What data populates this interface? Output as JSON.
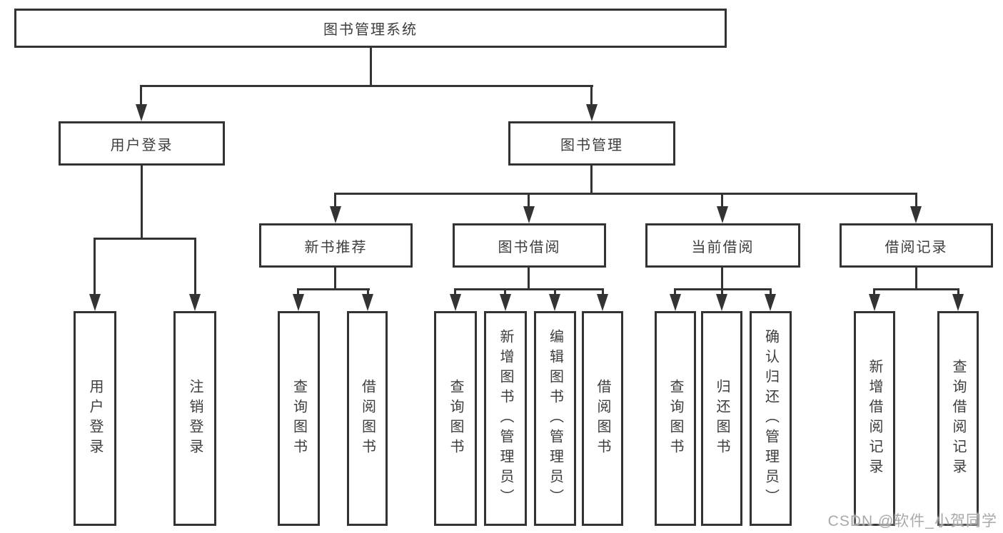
{
  "watermark": "CSDN @软件_小贺同学",
  "colors": {
    "line": "#333333",
    "text": "#3d3d3d",
    "background": "#ffffff",
    "watermark": "#a9a9a9"
  },
  "tree": {
    "root": {
      "label": "图书管理系统",
      "children": [
        {
          "label": "用户登录",
          "children": [
            {
              "label": "用户登录"
            },
            {
              "label": "注销登录"
            }
          ]
        },
        {
          "label": "图书管理",
          "children": [
            {
              "label": "新书推荐",
              "children": [
                {
                  "label": "查询图书"
                },
                {
                  "label": "借阅图书"
                }
              ]
            },
            {
              "label": "图书借阅",
              "children": [
                {
                  "label": "查询图书"
                },
                {
                  "label": "新增图书（管理员）"
                },
                {
                  "label": "编辑图书（管理员）"
                },
                {
                  "label": "借阅图书"
                }
              ]
            },
            {
              "label": "当前借阅",
              "children": [
                {
                  "label": "查询图书"
                },
                {
                  "label": "归还图书"
                },
                {
                  "label": "确认归还（管理员）"
                }
              ]
            },
            {
              "label": "借阅记录",
              "children": [
                {
                  "label": "新增借阅记录"
                },
                {
                  "label": "查询借阅记录"
                }
              ]
            }
          ]
        }
      ]
    }
  }
}
